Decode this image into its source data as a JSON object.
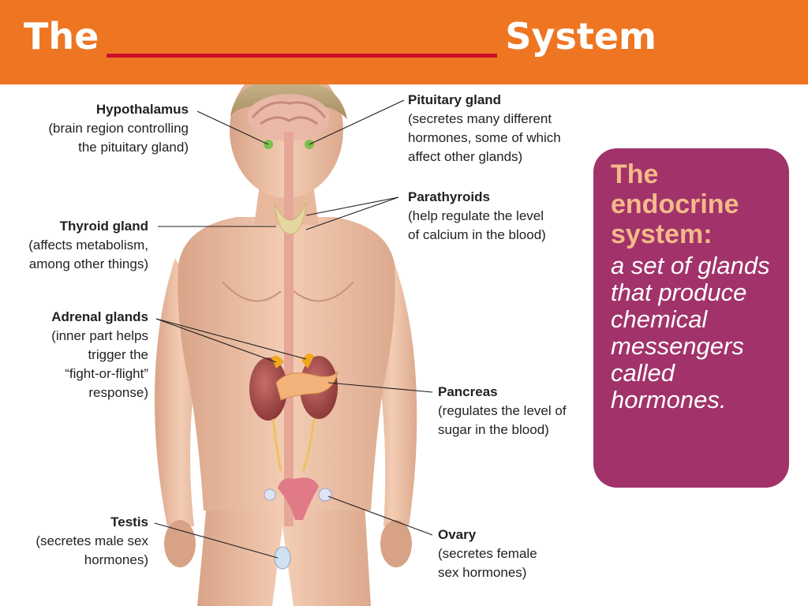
{
  "slide": {
    "title_prefix": "The",
    "title_suffix": "System"
  },
  "labels": {
    "hypothalamus": {
      "name": "Hypothalamus",
      "desc": [
        "(brain region controlling",
        "the pituitary gland)"
      ]
    },
    "pituitary": {
      "name": "Pituitary gland",
      "desc": [
        "(secretes many different",
        "hormones, some of which",
        "affect other glands)"
      ]
    },
    "thyroid": {
      "name": "Thyroid gland",
      "desc": [
        "(affects metabolism,",
        "among other things)"
      ]
    },
    "parathyroids": {
      "name": "Parathyroids",
      "desc": [
        "(help regulate the level",
        "of calcium in the blood)"
      ]
    },
    "adrenal": {
      "name": "Adrenal glands",
      "desc": [
        "(inner part helps",
        "trigger the",
        "“fight-or-flight”",
        "response)"
      ]
    },
    "pancreas": {
      "name": "Pancreas",
      "desc": [
        "(regulates the level of",
        "sugar in the blood)"
      ]
    },
    "testis": {
      "name": "Testis",
      "desc": [
        "(secretes male sex",
        "hormones)"
      ]
    },
    "ovary": {
      "name": "Ovary",
      "desc": [
        "(secretes female",
        "sex hormones)"
      ]
    }
  },
  "definition": {
    "term": "The endocrine system:",
    "body": "a set of glands that produce chemical messengers called hormones."
  },
  "colors": {
    "banner": "#ee7623",
    "blank_line": "#c8102e",
    "definition_box": "#a1336a",
    "definition_term": "#f6b98a"
  }
}
